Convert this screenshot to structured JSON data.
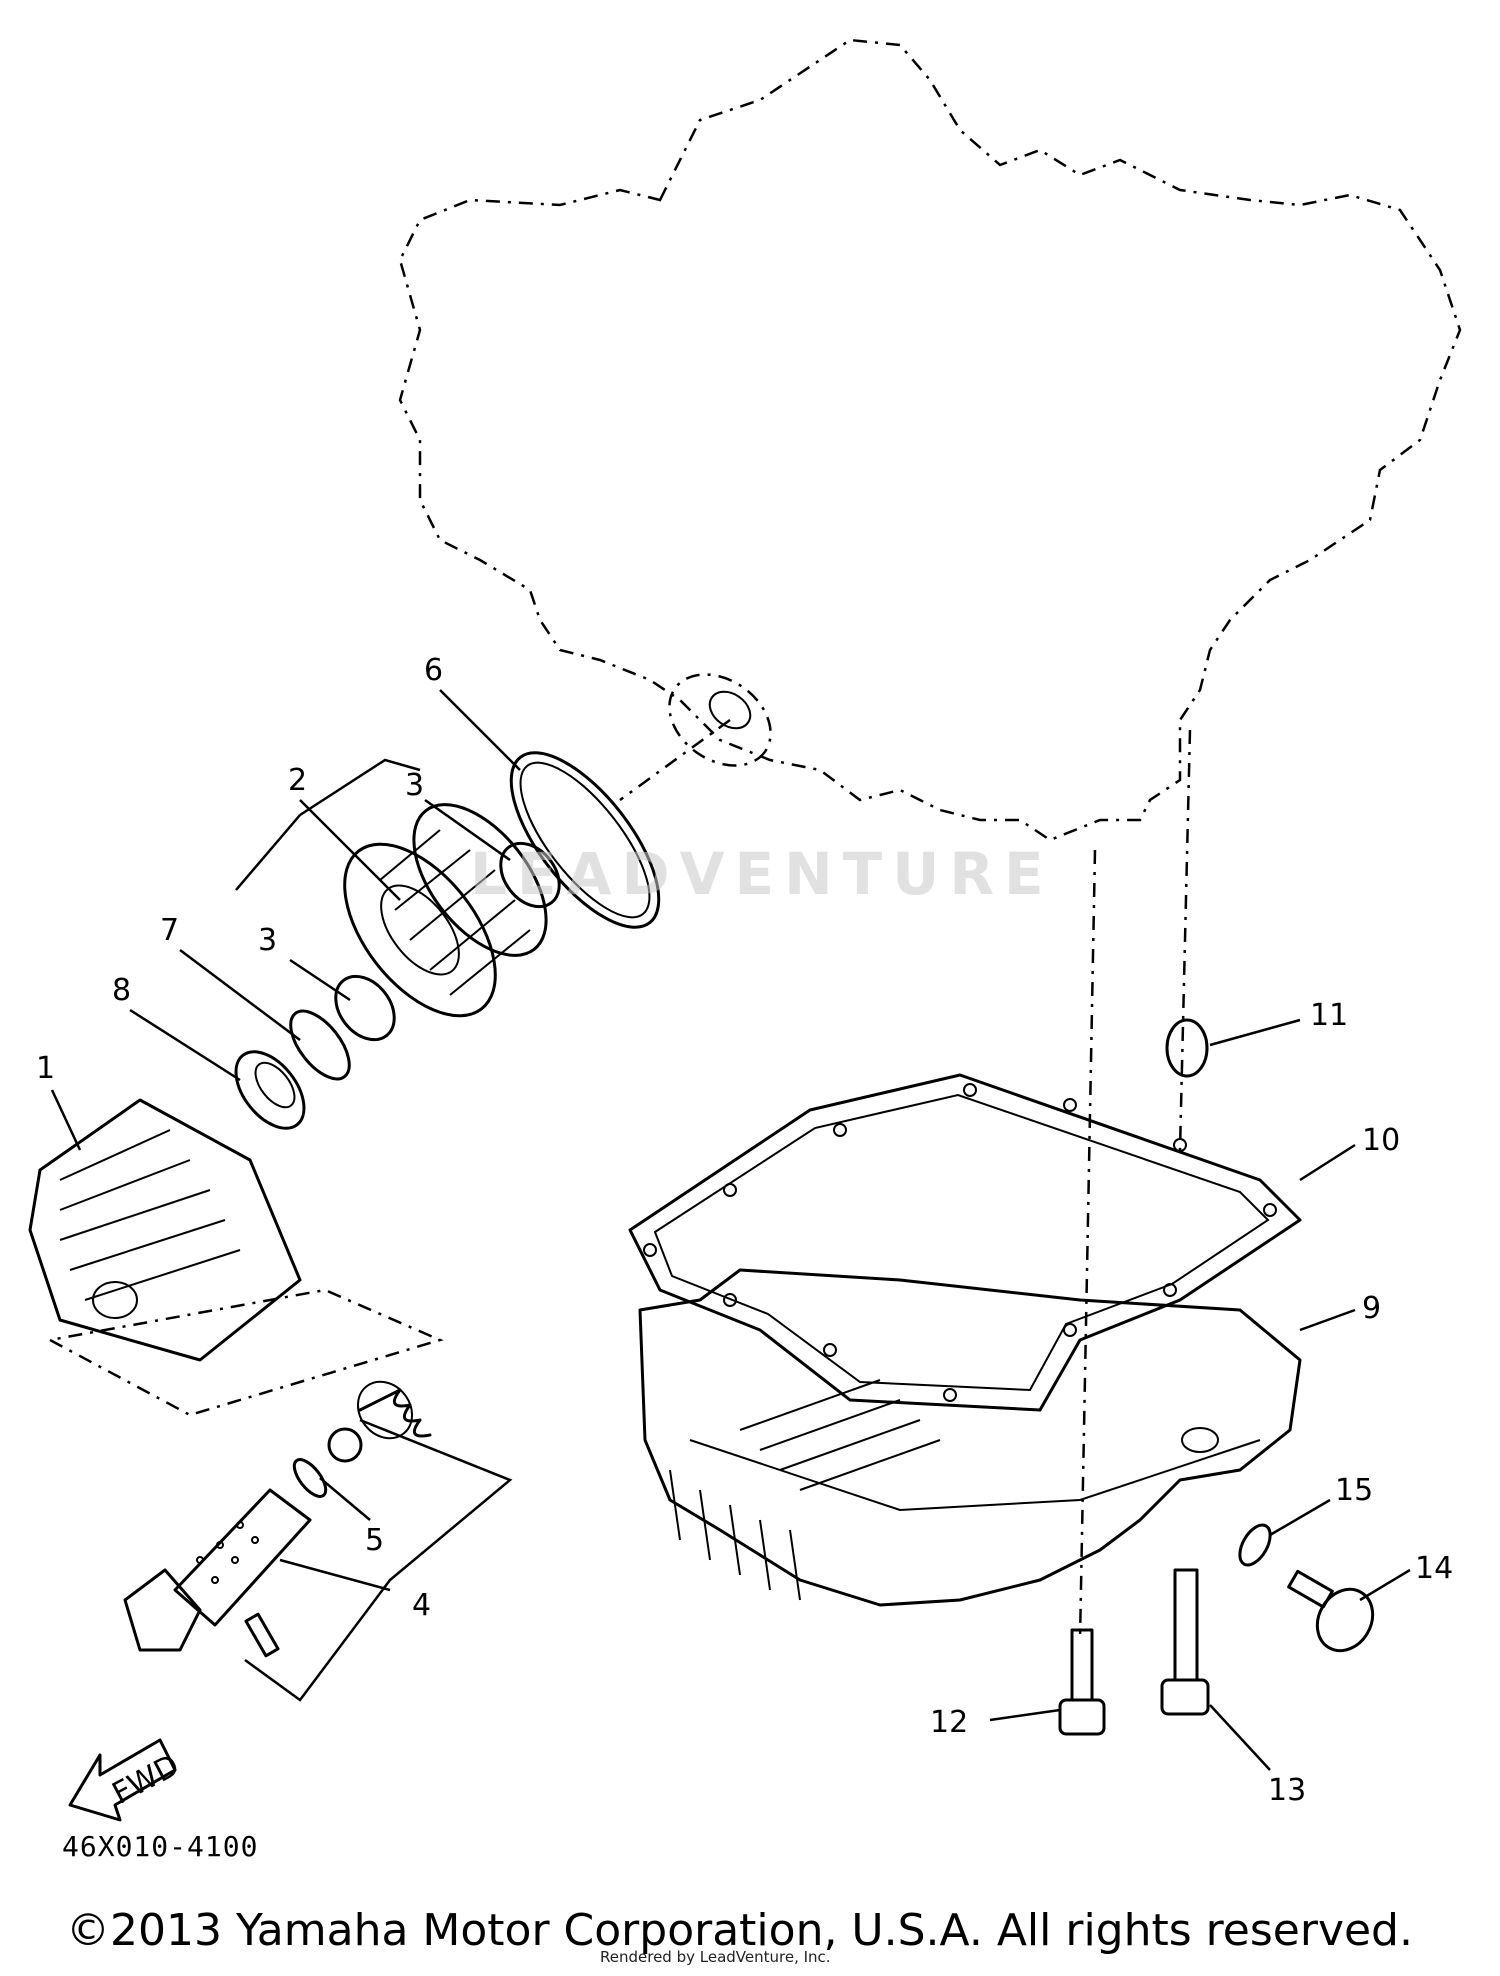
{
  "diagram_code": "46X010-4100",
  "copyright": "©2013 Yamaha Motor Corporation, U.S.A. All rights reserved.",
  "render_credit": "Rendered by LeadVenture, Inc.",
  "watermark": "LEADVENTURE",
  "fwd_label": "FWD",
  "callouts": {
    "p1": "1",
    "p2": "2",
    "p3a": "3",
    "p3b": "3",
    "p4": "4",
    "p5": "5",
    "p6": "6",
    "p7": "7",
    "p8": "8",
    "p9": "9",
    "p10": "10",
    "p11": "11",
    "p12": "12",
    "p13": "13",
    "p14": "14",
    "p15": "15"
  }
}
